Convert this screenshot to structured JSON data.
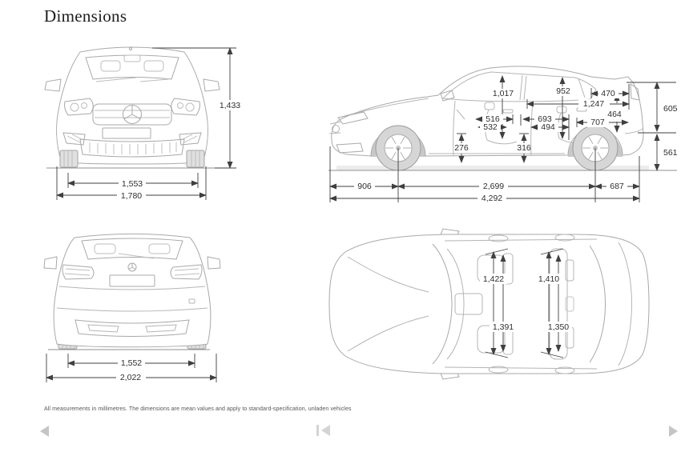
{
  "page": {
    "title": "Dimensions",
    "footnote": "All measurements in millimetres. The dimensions are mean values and apply to standard-specification, unladen vehicles"
  },
  "views": {
    "front": {
      "dims": {
        "overall_height": "1,433",
        "track_width": "1,553",
        "overall_width": "1,780"
      }
    },
    "side": {
      "dims": {
        "headroom_front": "1,017",
        "headroom_rear": "952",
        "d470": "470",
        "d1247": "1,247",
        "d605": "605",
        "d464": "464",
        "d516": "516",
        "d532": "532",
        "d693": "693",
        "d494": "494",
        "d707": "707",
        "d276": "276",
        "d316": "316",
        "d561": "561",
        "front_overhang": "906",
        "wheelbase": "2,699",
        "rear_overhang": "687",
        "overall_length": "4,292"
      }
    },
    "rear": {
      "dims": {
        "track_width": "1,552",
        "width_incl_mirrors": "2,022"
      }
    },
    "top": {
      "dims": {
        "elbow_room_front": "1,422",
        "elbow_room_rear": "1,410",
        "shoulder_room_front": "1,391",
        "shoulder_room_rear": "1,350"
      }
    }
  },
  "nav": {
    "icons": {
      "prev": "left-triangle",
      "skip_to_start": "bar-left-triangle",
      "next": "right-triangle"
    },
    "colors": {
      "arrow": "#c5c5c5",
      "arrow_light": "#d4d4d4"
    }
  }
}
